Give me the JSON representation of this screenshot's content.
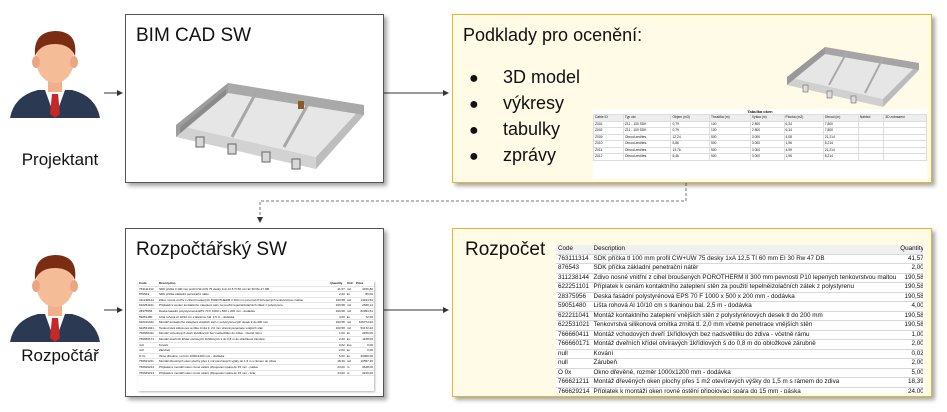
{
  "roles": {
    "designer": "Projektant",
    "estimator": "Rozpočtář"
  },
  "boxes": {
    "bim": {
      "title": "BIM CAD SW"
    },
    "inputs": {
      "title": "Podklady pro ocenění:",
      "items": [
        "3D model",
        "výkresy",
        "tabulky",
        "zprávy"
      ]
    },
    "budget_sw": {
      "title": "Rozpočtářský SW"
    },
    "budget": {
      "title": "Rozpočet"
    }
  },
  "budget_table": {
    "columns": [
      "Code",
      "Description",
      "Quantity",
      "Unit",
      "Price"
    ],
    "rows": [
      [
        "763111314",
        "SDK příčka tl 100 mm profil CW+UW 75 desky 1xA 12,5 TI 60 mm EI 30 Rw 47 DB",
        "41,57",
        "m2",
        "4156,80"
      ],
      [
        "876543",
        "SDK příčka základní penetrační nátěr",
        "2,00",
        "ks",
        "86,00"
      ],
      [
        "311238144",
        "Zdivo nosné vnitřní z cihel broušených POROTHERM II 300 mm pevnosti P10 lepených tenkovrstvou maltou",
        "190,58",
        "m2",
        "21154,54"
      ],
      [
        "622251101",
        "Příplatek k cenám kontaktního zateplení stěn za použití tepelněizolačních zátek z polystyrenu",
        "190,58",
        "m2",
        "2668,14"
      ],
      [
        "28375956",
        "Deska fasádní polystyrénová EPS 70 F 1000 x 500 x 200 mm - dodávka",
        "190,58",
        "m2",
        "83093,51"
      ],
      [
        "59051480",
        "Lišta rohová Al 10/10 cm s tkaninou bal. 2,5 m - dodávka",
        "4,00",
        "ks",
        "72,00"
      ],
      [
        "622211041",
        "Montáž kontaktního zateplení vnějších stěn z polystyrénových desek tl do 200 mm",
        "190,58",
        "m2",
        "109774,92"
      ],
      [
        "622531021",
        "Tenkovrstvá silikonová omítka zrnitá tl. 2,0 mm včetně penetrace vnějších stěn",
        "190,58",
        "m2",
        "53172,22"
      ],
      [
        "766660411",
        "Montáž vchodových dveří 1křídlových bez nadsvětlíku do zdiva - včetně rámu",
        "1,00",
        "ks",
        "2459,00"
      ],
      [
        "766660171",
        "Montáž dveřních křídel otvíravých 1křídlových š do 0,8 m do obložkové zárubně",
        "2,00",
        "ks",
        "1128,00"
      ],
      [
        "null",
        "Kování",
        "0,02",
        "kus",
        "0,00"
      ],
      [
        "null",
        "Zárubeň",
        "2,00",
        "ks",
        "0,00"
      ],
      [
        "O 0x",
        "Okno dřevěné, rozměr 1000x1200 mm - dodávka",
        "5,00",
        "ks",
        "30000,00"
      ],
      [
        "766621211",
        "Montáž dřevěných oken plochy přes 1 m2 otevíravých výšky do 1,5 m s rámem do zdiva",
        "18,39",
        "m2",
        "10557,36"
      ],
      [
        "766629214",
        "Příplatek k montáži oken rovné ostění připojovací spára do 15 mm - páska",
        "24,00",
        "m",
        "3648,00"
      ],
      [
        "766629213",
        "Příplatek k montáži oken rovné ostění připojovací spára do 15 mm - folie",
        "24,00",
        "m",
        "3240,00"
      ]
    ]
  },
  "tiny_table": {
    "title": "Tabulka oken",
    "columns": [
      "Cable ID",
      "Typ okr.",
      "Objem (m3)",
      "Tloušťka (m)",
      "Výška (m)",
      "Plocha (m2)",
      "Obvod (m)",
      "Náhled",
      "3D zobrazení"
    ],
    "rows": [
      [
        "Z001",
        "Z11 - 100 SDK",
        "0,79",
        "100",
        "2 800",
        "6,34",
        "7,800"
      ],
      [
        "Z002",
        "Z11 - 100 SDK",
        "0,79",
        "100",
        "2 800",
        "6,34",
        "7,800"
      ],
      [
        "Z009",
        "Obvod.zed/tes.",
        "12,24",
        "500",
        "3 000",
        "4,08",
        "21,214"
      ],
      [
        "Z010",
        "Obvod.zed/tes.",
        "5,86",
        "500",
        "3 000",
        "1,96",
        "8,214"
      ],
      [
        "Z011",
        "Obvod.zed/tes.",
        "13,76",
        "500",
        "3 000",
        "4,59",
        "21,214"
      ],
      [
        "Z012",
        "Obvod.zed/tes.",
        "5,46",
        "500",
        "3 000",
        "1,96",
        "8,214"
      ]
    ]
  }
}
